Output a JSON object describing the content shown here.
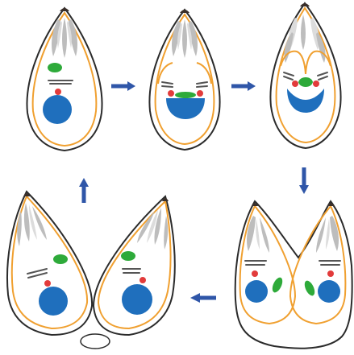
{
  "colors": {
    "outline": "#2b2b2b",
    "membrane": "#f0a030",
    "nucleus": "#1f6fbd",
    "basal_body": "#e23b3b",
    "green_body": "#2eaa3a",
    "rod_gray": "#bdbdbd",
    "rod_light": "#dcdcdc",
    "apical_cap": "#3a2f2a",
    "arrow": "#2f56a8",
    "background": "#ffffff"
  },
  "icons": [
    "arrow-right-icon",
    "arrow-down-icon",
    "arrow-left-icon",
    "arrow-up-icon"
  ],
  "panels": [
    {
      "id": "stage-1",
      "layout": "single-cell"
    },
    {
      "id": "stage-2",
      "layout": "single-cell"
    },
    {
      "id": "stage-3",
      "layout": "single-cell"
    },
    {
      "id": "stage-4",
      "layout": "dividing-pair"
    },
    {
      "id": "stage-5",
      "layout": "separated-pair"
    }
  ]
}
